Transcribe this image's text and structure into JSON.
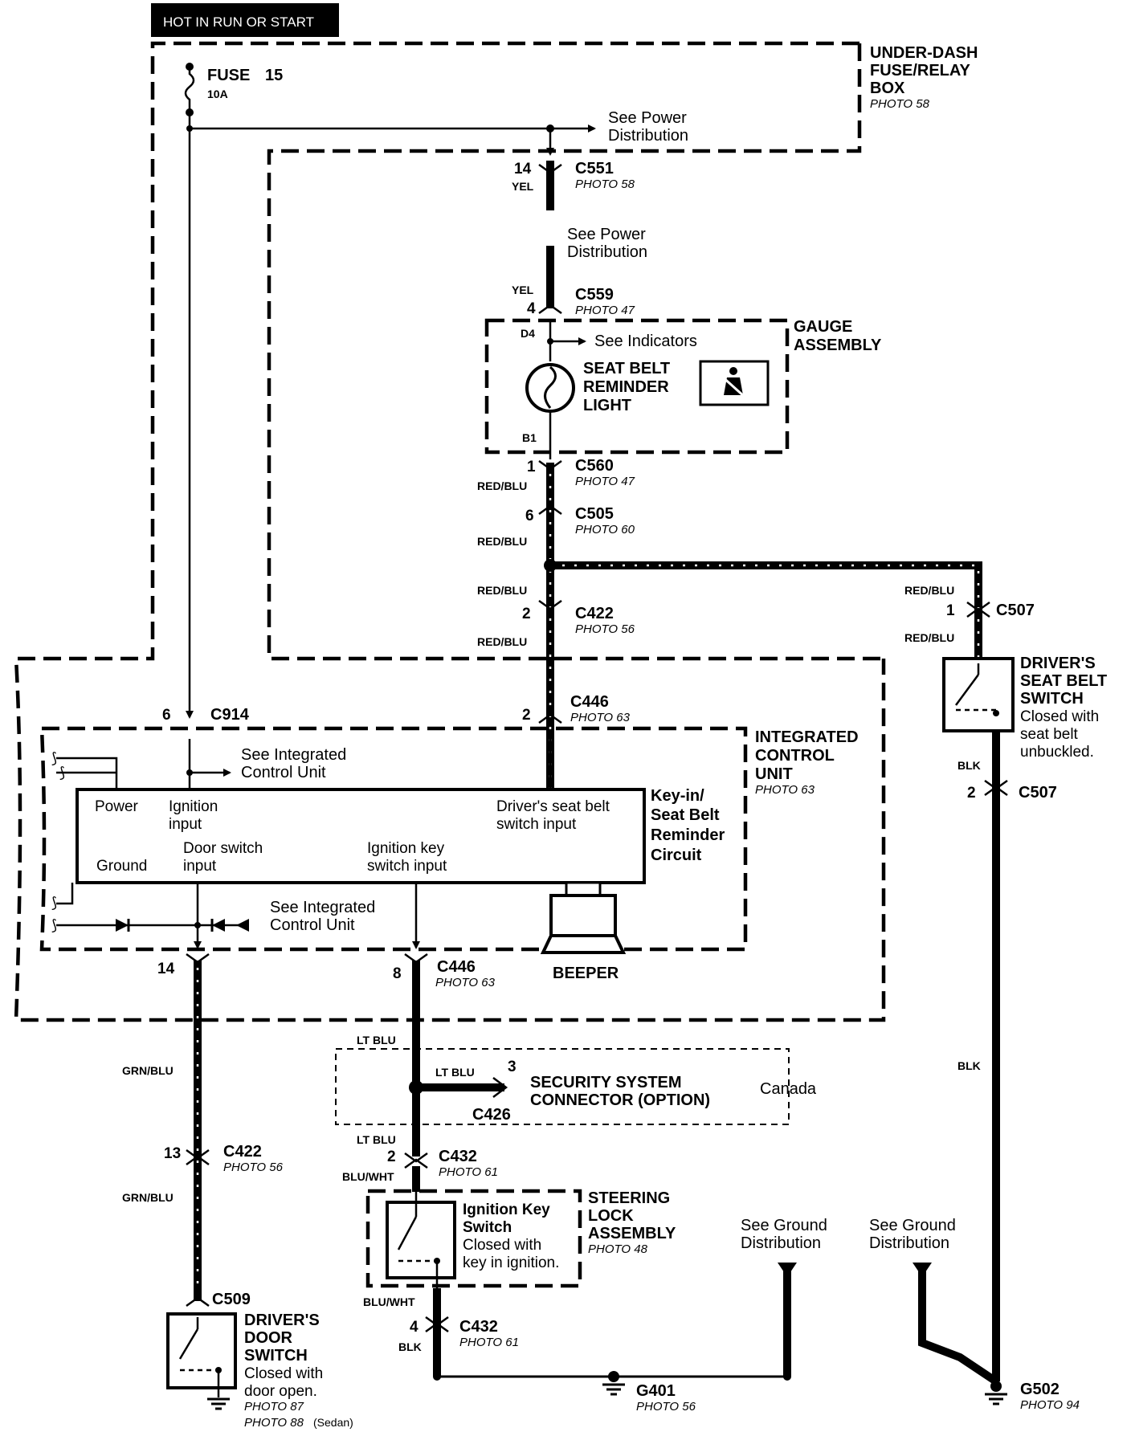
{
  "header": {
    "title": "HOT IN RUN OR START"
  },
  "fuse": {
    "label": "FUSE",
    "number": "15",
    "rating": "10A"
  },
  "under_dash_box": {
    "name": "UNDER-DASH FUSE/RELAY BOX",
    "name_l1": "UNDER-DASH",
    "name_l2": "FUSE/RELAY",
    "name_l3": "BOX",
    "photo": "PHOTO 58"
  },
  "see_power_1": {
    "l1": "See Power",
    "l2": "Distribution"
  },
  "see_power_2": {
    "l1": "See Power",
    "l2": "Distribution"
  },
  "c551": {
    "id": "C551",
    "pin": "14",
    "wire": "YEL",
    "photo": "PHOTO 58"
  },
  "c559": {
    "id": "C559",
    "pin": "4",
    "wire": "YEL",
    "photo": "PHOTO 47"
  },
  "gauge": {
    "name_l1": "GAUGE",
    "name_l2": "ASSEMBLY",
    "pin_top": "D4",
    "pin_bottom": "B1",
    "see_indicators": "See Indicators",
    "light_l1": "SEAT BELT",
    "light_l2": "REMINDER",
    "light_l3": "LIGHT"
  },
  "c560": {
    "id": "C560",
    "pin": "1",
    "wire": "RED/BLU",
    "photo": "PHOTO 47"
  },
  "c505": {
    "id": "C505",
    "pin": "6",
    "wire": "RED/BLU",
    "photo": "PHOTO 60"
  },
  "c422_top": {
    "id": "C422",
    "pin": "2",
    "wire_above": "RED/BLU",
    "wire_below": "RED/BLU",
    "photo": "PHOTO 56"
  },
  "c507_top": {
    "id": "C507",
    "pin": "1",
    "wire_above": "RED/BLU",
    "wire_below": "RED/BLU"
  },
  "seat_belt_switch": {
    "l1": "DRIVER'S",
    "l2": "SEAT BELT",
    "l3": "SWITCH",
    "d1": "Closed with",
    "d2": "seat belt",
    "d3": "unbuckled."
  },
  "c507_bottom": {
    "id": "C507",
    "pin": "2",
    "wire": "BLK"
  },
  "c914": {
    "id": "C914",
    "pin": "6"
  },
  "c446_top": {
    "id": "C446",
    "pin": "2",
    "photo": "PHOTO 63"
  },
  "icu": {
    "name_l1": "INTEGRATED",
    "name_l2": "CONTROL",
    "name_l3": "UNIT",
    "photo": "PHOTO 63",
    "see_top_l1": "See  Integrated",
    "see_top_l2": "Control Unit",
    "see_bottom_l1": "See  Integrated",
    "see_bottom_l2": "Control Unit",
    "power": "Power",
    "ground": "Ground",
    "ignition_l1": "Ignition",
    "ignition_l2": "input",
    "door_l1": "Door switch",
    "door_l2": "input",
    "ignkey_l1": "Ignition key",
    "ignkey_l2": "switch input",
    "belt_l1": "Driver's seat belt",
    "belt_l2": "switch input",
    "circuit_l1": "Key-in/",
    "circuit_l2": "Seat Belt",
    "circuit_l3": "Reminder",
    "circuit_l4": "Circuit",
    "beeper": "BEEPER"
  },
  "door_path": {
    "pin": "14",
    "wire": "GRN/BLU",
    "c422_pin": "13",
    "c422": "C422",
    "c422_photo": "PHOTO 56",
    "wire2": "GRN/BLU",
    "c509": "C509"
  },
  "door_switch": {
    "l1": "DRIVER'S",
    "l2": "DOOR",
    "l3": "SWITCH",
    "d1": "Closed with",
    "d2": "door open.",
    "photo1": "PHOTO 87",
    "photo2": "PHOTO 88",
    "photo2_note": "(Sedan)"
  },
  "c446_bottom": {
    "id": "C446",
    "pin": "8",
    "photo": "PHOTO 63",
    "wire": "LT BLU"
  },
  "security": {
    "wire": "LT BLU",
    "pin": "3",
    "connector": "C426",
    "l1": "SECURITY SYSTEM",
    "l2": "CONNECTOR (OPTION)",
    "note": "Canada",
    "wire_below": "LT BLU"
  },
  "c432_top": {
    "id": "C432",
    "pin": "2",
    "photo": "PHOTO 61",
    "wire": "BLU/WHT"
  },
  "steering": {
    "name_l1": "STEERING",
    "name_l2": "LOCK",
    "name_l3": "ASSEMBLY",
    "photo": "PHOTO 48",
    "sw_l1": "Ignition Key",
    "sw_l2": "Switch",
    "sw_d1": "Closed with",
    "sw_d2": "key in ignition."
  },
  "c432_bottom": {
    "id": "C432",
    "pin": "4",
    "photo": "PHOTO 61",
    "wire_above": "BLU/WHT",
    "wire_below": "BLK"
  },
  "g401": {
    "id": "G401",
    "photo": "PHOTO 56"
  },
  "g502": {
    "id": "G502",
    "photo": "PHOTO 94",
    "wire": "BLK"
  },
  "see_ground_1": {
    "l1": "See Ground",
    "l2": "Distribution"
  },
  "see_ground_2": {
    "l1": "See Ground",
    "l2": "Distribution"
  }
}
